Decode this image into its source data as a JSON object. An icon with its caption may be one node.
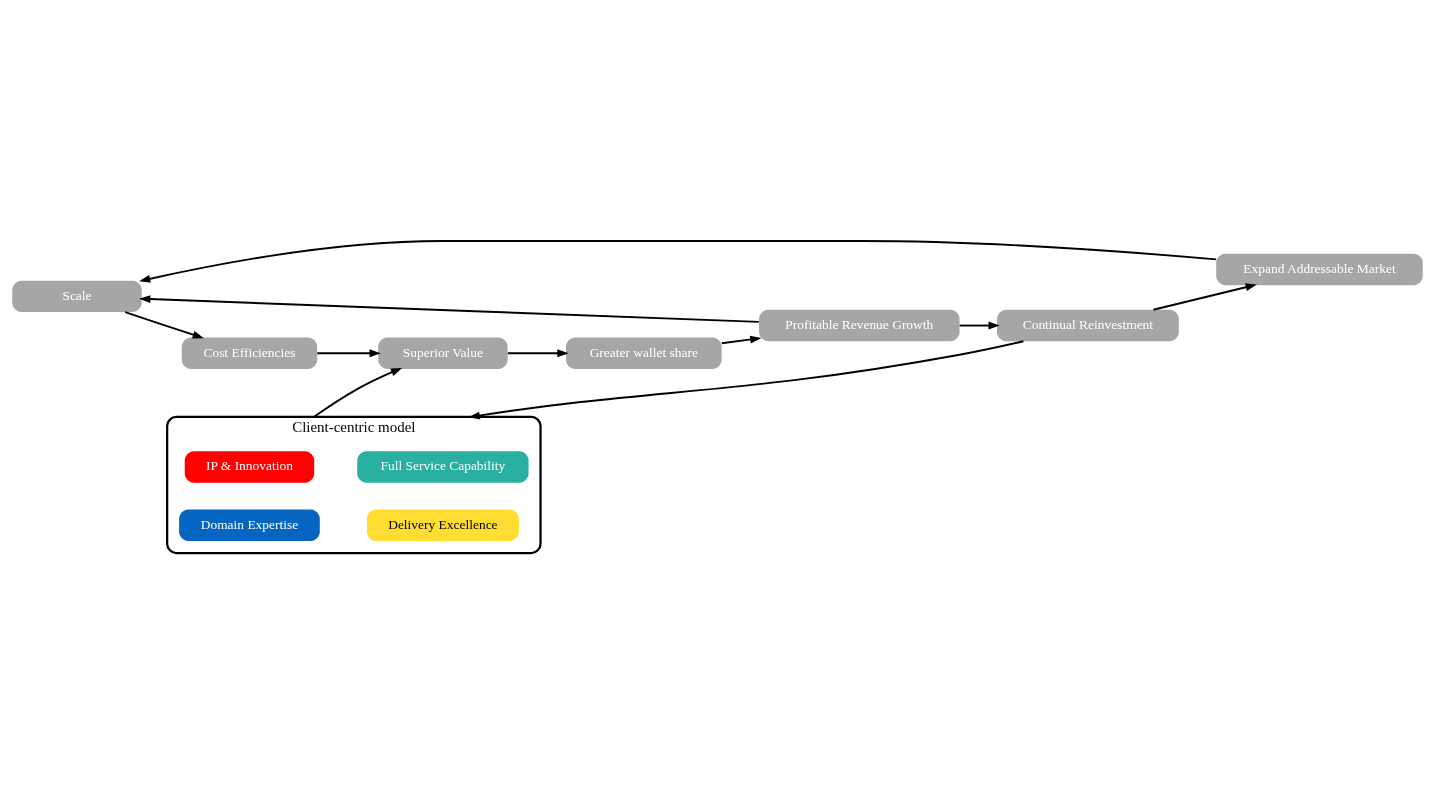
{
  "diagram": {
    "nodes": [
      {
        "text": [
          "Scale"
        ]
      },
      {
        "text": [
          "Cost Efficiencies"
        ]
      },
      {
        "text": [
          "Superior Value"
        ]
      },
      {
        "text": [
          "Greater wallet share"
        ]
      },
      {
        "text": [
          "Profitable Revenue Growth"
        ]
      },
      {
        "text": [
          "Continual Reinvestment"
        ]
      },
      {
        "text": [
          "Expand Addressable Market"
        ]
      },
      {
        "text": [
          "Client-centric model"
        ]
      },
      {
        "text": [
          "IP & Innovation"
        ],
        "in": 7
      },
      {
        "text": [
          "Full Service Capability"
        ],
        "in": 7
      },
      {
        "text": [
          "Domain Expertise"
        ],
        "in": 7
      },
      {
        "text": [
          "Delivery Excellence"
        ],
        "in": 7
      }
    ],
    "edges": [
      {
        "from": 0,
        "to": 1,
        "arrow": "to"
      },
      {
        "from": 1,
        "to": 2,
        "arrow": "to"
      },
      {
        "from": 7,
        "to": 2,
        "arrow": "to"
      },
      {
        "from": 2,
        "to": 3,
        "arrow": "to"
      },
      {
        "from": 3,
        "to": 4,
        "arrow": "to"
      },
      {
        "from": 4,
        "to": 5,
        "arrow": "to"
      },
      {
        "from": 4,
        "to": 0,
        "arrow": "to"
      },
      {
        "from": 5,
        "to": 6,
        "arrow": "to"
      },
      {
        "from": 5,
        "to": 7,
        "arrow": "to"
      },
      {
        "from": 6,
        "to": 0,
        "arrow": "to"
      }
    ]
  }
}
